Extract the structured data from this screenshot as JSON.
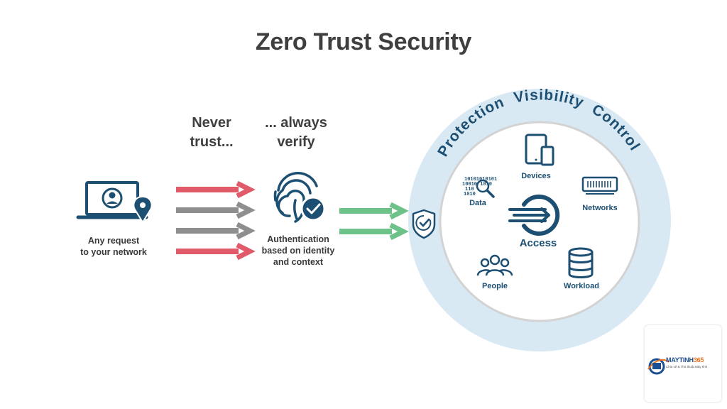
{
  "title": "Zero Trust Security",
  "never": {
    "line1": "Never",
    "line2": "trust..."
  },
  "always": {
    "line1": "... always",
    "line2": "verify"
  },
  "request": {
    "line1": "Any request",
    "line2": "to your network"
  },
  "auth": {
    "line1": "Authentication",
    "line2": "based on identity",
    "line3": "and context"
  },
  "ring_words": [
    "Protection",
    "Visibility",
    "Control"
  ],
  "center_label": "Access",
  "nodes": {
    "devices": "Devices",
    "data": "Data",
    "networks": "Networks",
    "people": "People",
    "workload": "Workload"
  },
  "binary_lines": [
    "10101010101",
    "10010 1010",
    "110",
    "1010"
  ],
  "colors": {
    "dark_blue": "#1d4f72",
    "ring_blue": "#d9e9f4",
    "red_arrow": "#e05a6a",
    "gray_arrow": "#8e8e8e",
    "green_arrow": "#6cc289",
    "check_badge": "#1d4f72"
  },
  "logo": {
    "name_main": "MAYTINH",
    "name_accent": "365",
    "tagline": "Chia sẻ & Thủ thuật Máy tính"
  }
}
